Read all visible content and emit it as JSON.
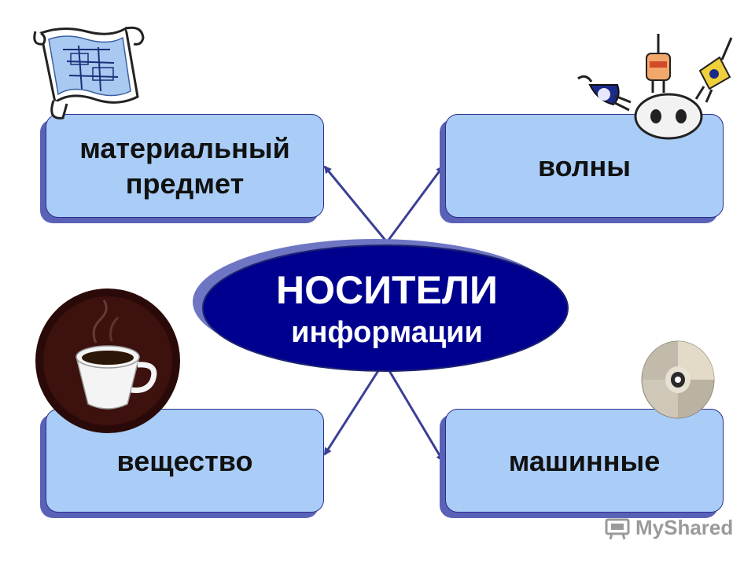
{
  "center": {
    "line1": "НОСИТЕЛИ",
    "line2": "информации"
  },
  "boxes": {
    "top_left": {
      "line1": "материальный",
      "line2": "предмет"
    },
    "top_right": {
      "text": "волны"
    },
    "bottom_left": {
      "text": "вещество"
    },
    "bottom_right": {
      "text": "машинные"
    }
  },
  "watermark": {
    "text": "MyShared"
  },
  "colors": {
    "box_fill": "#a9cdf7",
    "box_shadow": "#5a62b8",
    "ellipse_fill": "#00008f",
    "arrow": "#3a3f95"
  },
  "icons": [
    "blueprint-scroll-icon",
    "electric-plugs-icon",
    "coffee-cup-icon",
    "compact-disc-icon"
  ]
}
